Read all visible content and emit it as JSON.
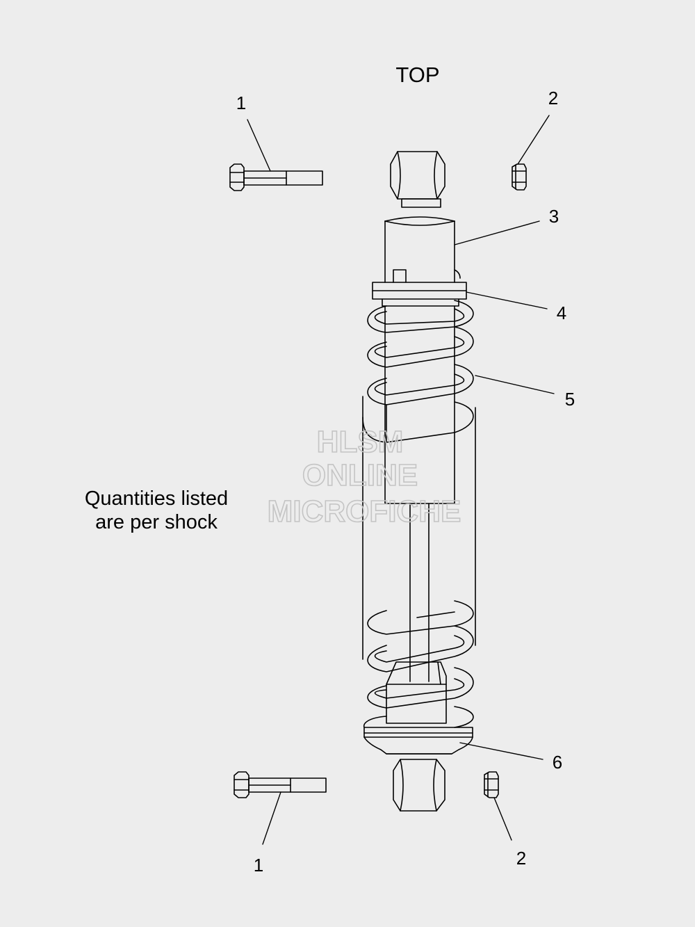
{
  "diagram": {
    "orientation_label": "TOP",
    "note_line1": "Quantities listed",
    "note_line2": "are per shock",
    "callouts": {
      "top_bolt": "1",
      "top_nut": "2",
      "body": "3",
      "collar": "4",
      "spring": "5",
      "lower_seat": "6",
      "bottom_bolt": "1",
      "bottom_nut": "2"
    },
    "watermark": {
      "line1": "HLSM",
      "line2": "ONLINE",
      "line3": "MICROFICHE"
    }
  }
}
